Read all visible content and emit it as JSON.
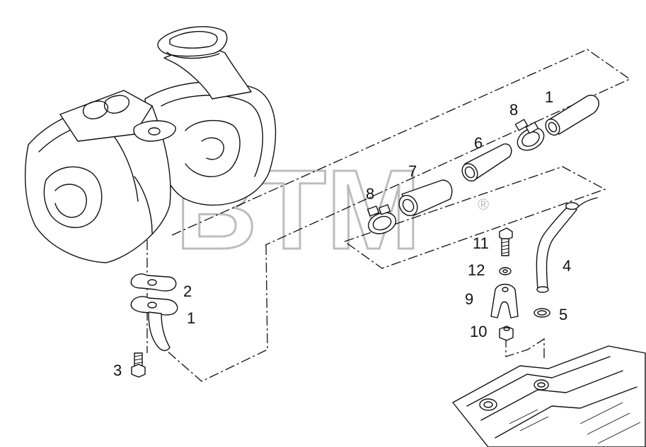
{
  "watermark": {
    "text": "BTM",
    "registered_mark": "®"
  },
  "callouts": {
    "part_1_top": "1",
    "part_8_top": "8",
    "part_6": "6",
    "part_7": "7",
    "part_8_left": "8",
    "part_4": "4",
    "part_11": "11",
    "part_12": "12",
    "part_9": "9",
    "part_5": "5",
    "part_10": "10",
    "part_2": "2",
    "part_1_bottom": "1",
    "part_3": "3"
  }
}
